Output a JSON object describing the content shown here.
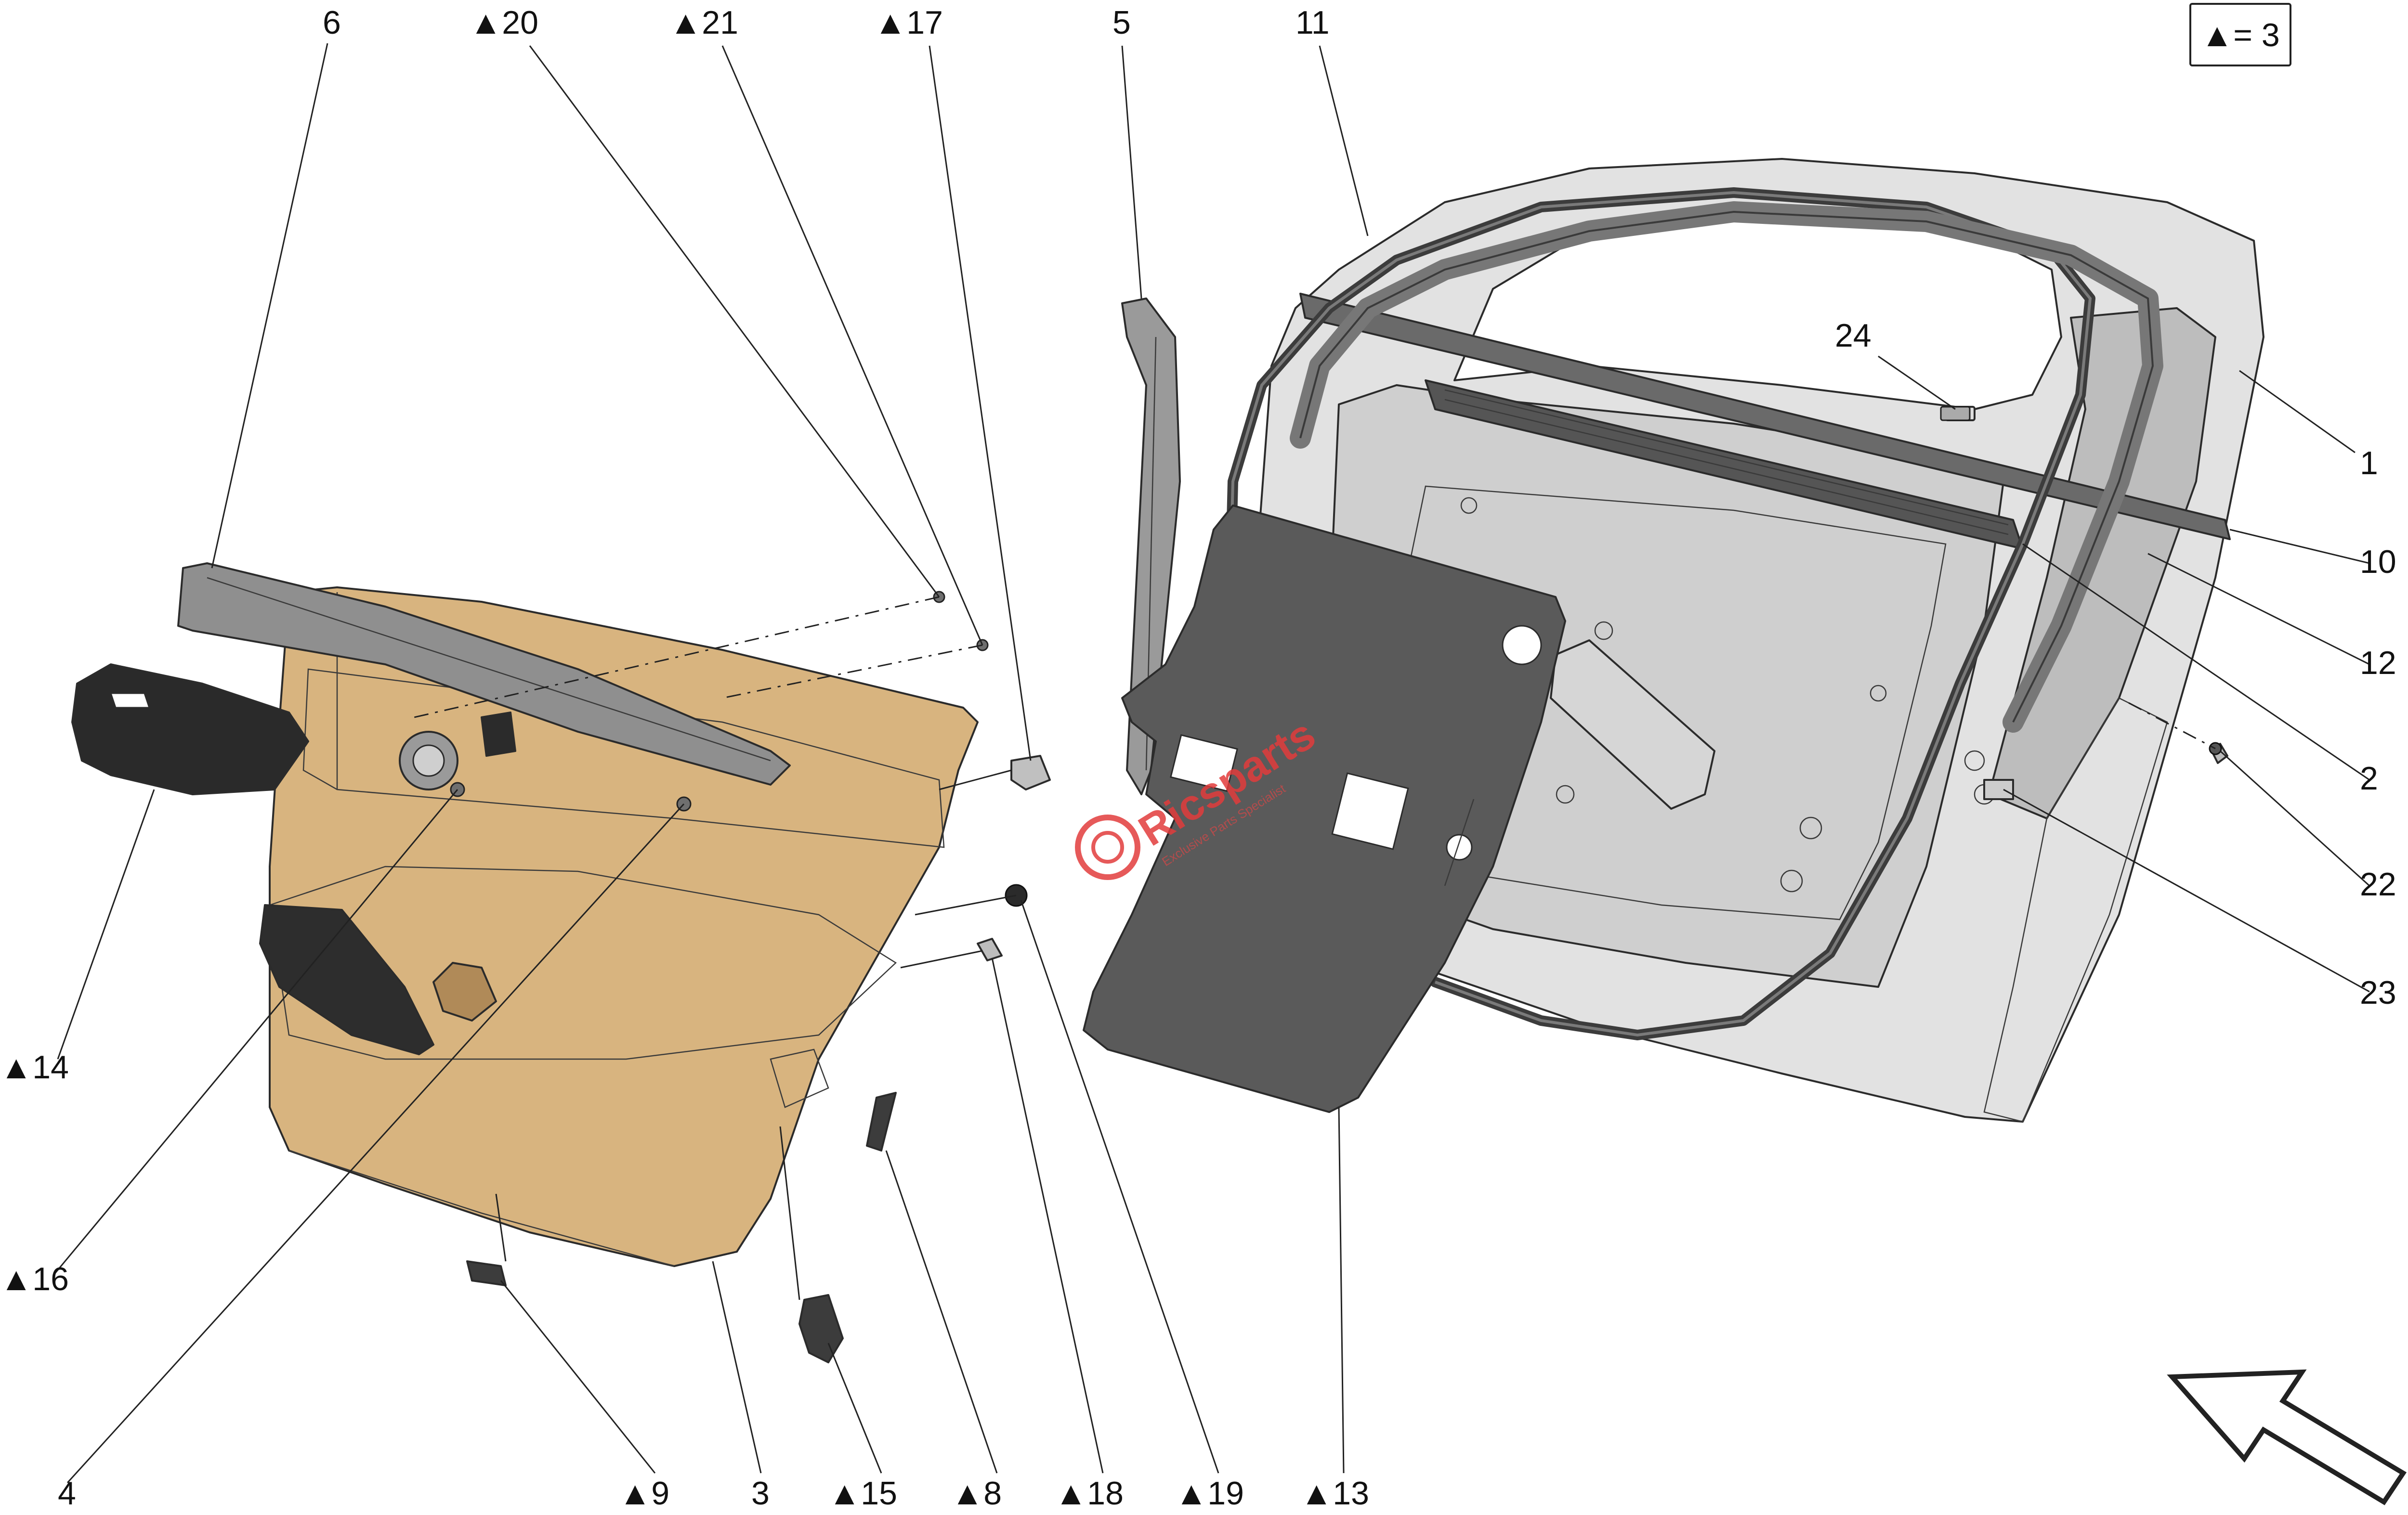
{
  "legend": {
    "text": "▲= 3"
  },
  "watermark": {
    "brand": "Ricsparts",
    "tagline": "Exclusive Parts Specialist"
  },
  "callouts": [
    {
      "id": "c6",
      "text": "6"
    },
    {
      "id": "c20",
      "text": "▲20"
    },
    {
      "id": "c21",
      "text": "▲21"
    },
    {
      "id": "c17",
      "text": "▲17"
    },
    {
      "id": "c5",
      "text": "5"
    },
    {
      "id": "c11",
      "text": "11"
    },
    {
      "id": "c24",
      "text": "24"
    },
    {
      "id": "c1",
      "text": "1"
    },
    {
      "id": "c10",
      "text": "10"
    },
    {
      "id": "c12",
      "text": "12"
    },
    {
      "id": "c2",
      "text": "2"
    },
    {
      "id": "c22",
      "text": "22"
    },
    {
      "id": "c23",
      "text": "23"
    },
    {
      "id": "c14",
      "text": "▲14"
    },
    {
      "id": "c16",
      "text": "▲16"
    },
    {
      "id": "c4",
      "text": "4"
    },
    {
      "id": "c9",
      "text": "▲9"
    },
    {
      "id": "c3",
      "text": "3"
    },
    {
      "id": "c15",
      "text": "▲15"
    },
    {
      "id": "c8",
      "text": "▲8"
    },
    {
      "id": "c18",
      "text": "▲18"
    },
    {
      "id": "c19",
      "text": "▲19"
    },
    {
      "id": "c13",
      "text": "▲13"
    }
  ],
  "colors": {
    "trim_panel": "#d8b47f",
    "trim_panel_dark": "#b89060",
    "door_frame": "#d2d2d2",
    "door_frame_dark": "#a9a9a9",
    "seal": "#4a4a4a",
    "membrane": "#595959",
    "moulding": "#8a8a8a",
    "watermark": "#e23b3b"
  },
  "icons": [
    "direction-arrow-icon"
  ]
}
